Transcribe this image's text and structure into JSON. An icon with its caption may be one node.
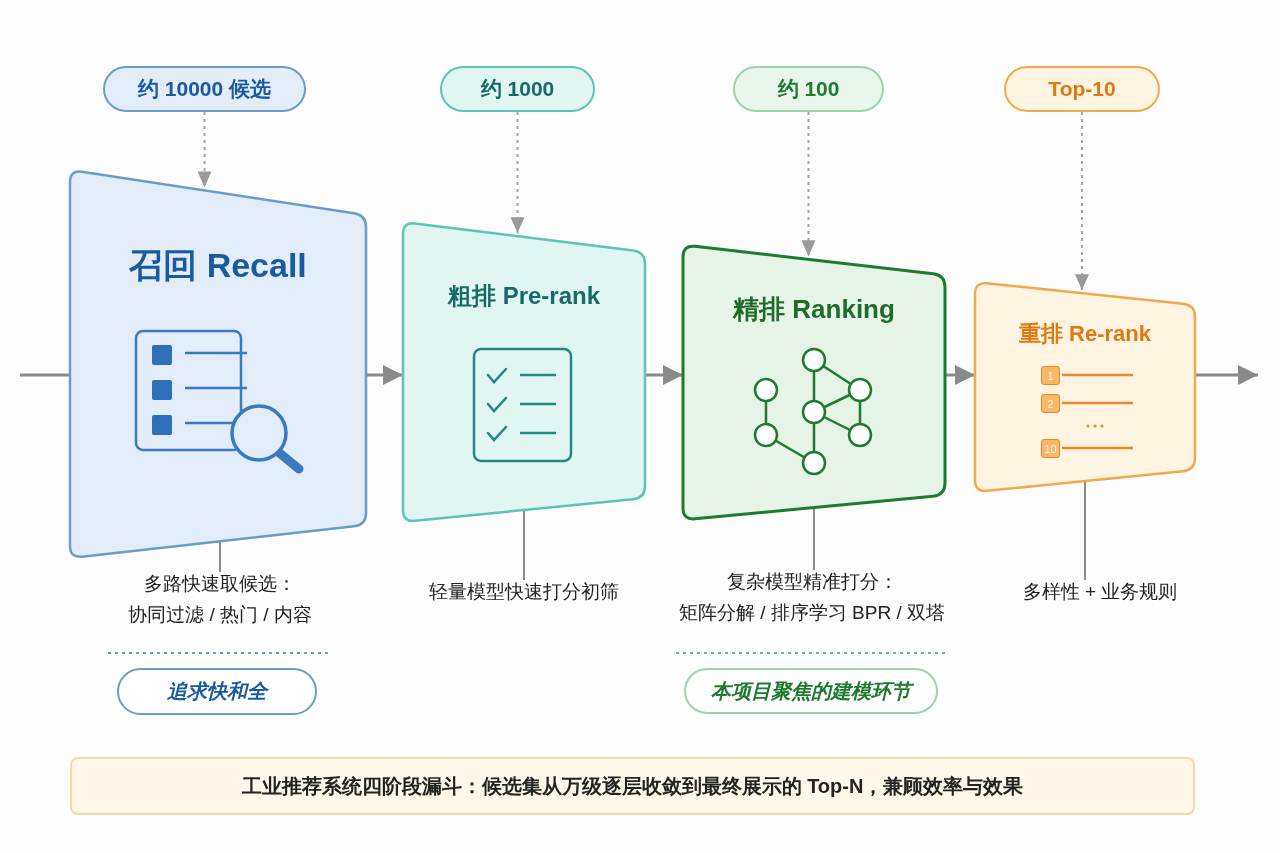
{
  "diagram": {
    "nodes": [
      {
        "text": [
          "约 10000 候选"
        ]
      },
      {
        "text": [
          "约 1000"
        ]
      },
      {
        "text": [
          "约 100"
        ]
      },
      {
        "text": [
          "Top-10"
        ]
      },
      {
        "text": [
          "召回 Recall"
        ]
      },
      {
        "text": [
          "粗排 Pre-rank"
        ]
      },
      {
        "text": [
          "精排 Ranking"
        ]
      },
      {
        "text": [
          "重排 Re-rank"
        ]
      },
      {
        "text": [
          "多路快速取候选：协同过滤 / 热门 / 内容"
        ]
      },
      {
        "text": [
          "轻量模型快速打分初筛"
        ]
      },
      {
        "text": [
          "复杂模型精准打分：矩阵分解 / 排序学习 BPR / 双塔"
        ]
      },
      {
        "text": [
          "多样性 + 业务规则"
        ]
      },
      {
        "text": [
          "追求快和全"
        ]
      },
      {
        "text": [
          "本项目聚焦的建模环节"
        ]
      },
      {
        "text": [
          "工业推荐系统四阶段漏斗：候选集从万级逐层收敛到最终展示的 Top-N，兼顾效率与效果"
        ]
      }
    ],
    "edges": [
      {
        "from": 0,
        "to": 4,
        "arrow": "to",
        "style": "dashed"
      },
      {
        "from": 1,
        "to": 5,
        "arrow": "to",
        "style": "dashed"
      },
      {
        "from": 2,
        "to": 6,
        "arrow": "to",
        "style": "dashed"
      },
      {
        "from": 3,
        "to": 7,
        "arrow": "to",
        "style": "dashed"
      },
      {
        "from": null,
        "to": 4,
        "arrow": "none"
      },
      {
        "from": 4,
        "to": 5,
        "arrow": "to"
      },
      {
        "from": 5,
        "to": 6,
        "arrow": "to"
      },
      {
        "from": 6,
        "to": 7,
        "arrow": "to"
      },
      {
        "from": 7,
        "to": null,
        "arrow": "to"
      },
      {
        "from": 4,
        "to": 8,
        "arrow": "none"
      },
      {
        "from": 5,
        "to": 9,
        "arrow": "none"
      },
      {
        "from": 6,
        "to": 10,
        "arrow": "none"
      },
      {
        "from": 7,
        "to": 11,
        "arrow": "none"
      }
    ],
    "labels": [
      "1",
      "2",
      "10"
    ]
  }
}
